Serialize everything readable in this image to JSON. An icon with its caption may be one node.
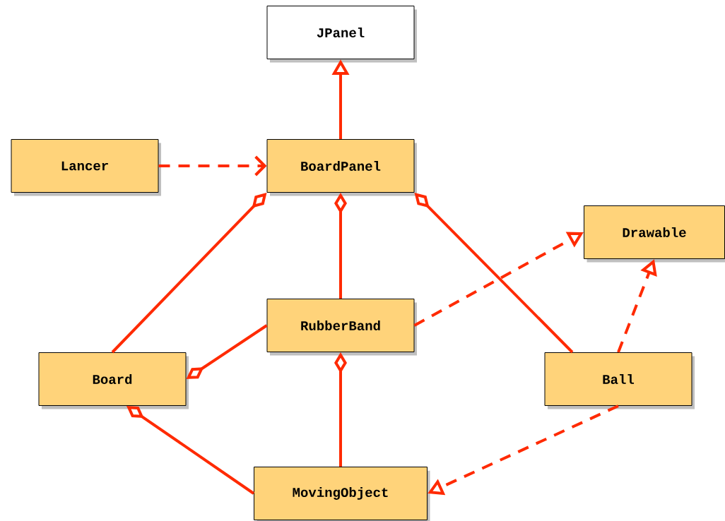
{
  "diagram": {
    "nodes": [
      {
        "text": [
          "JPanel"
        ]
      },
      {
        "text": [
          "Lancer"
        ]
      },
      {
        "text": [
          "BoardPanel"
        ]
      },
      {
        "text": [
          "Drawable"
        ]
      },
      {
        "text": [
          "RubberBand"
        ]
      },
      {
        "text": [
          "Board"
        ]
      },
      {
        "text": [
          "Ball"
        ]
      },
      {
        "text": [
          "MovingObject"
        ]
      }
    ],
    "edges": [
      {
        "from": 2,
        "to": 0,
        "arrow": "to"
      },
      {
        "from": 1,
        "to": 2,
        "arrow": "to",
        "style": "dashed"
      },
      {
        "from": 5,
        "to": 2,
        "arrow": "other"
      },
      {
        "from": 4,
        "to": 2,
        "arrow": "other"
      },
      {
        "from": 6,
        "to": 2,
        "arrow": "other"
      },
      {
        "from": 4,
        "to": 3,
        "arrow": "to",
        "style": "dashed"
      },
      {
        "from": 4,
        "to": 5,
        "arrow": "other"
      },
      {
        "from": 7,
        "to": 4,
        "arrow": "other"
      },
      {
        "from": 7,
        "to": 5,
        "arrow": "other"
      },
      {
        "from": 6,
        "to": 3,
        "arrow": "to",
        "style": "dashed"
      },
      {
        "from": 6,
        "to": 7,
        "arrow": "to",
        "style": "dashed"
      }
    ]
  }
}
